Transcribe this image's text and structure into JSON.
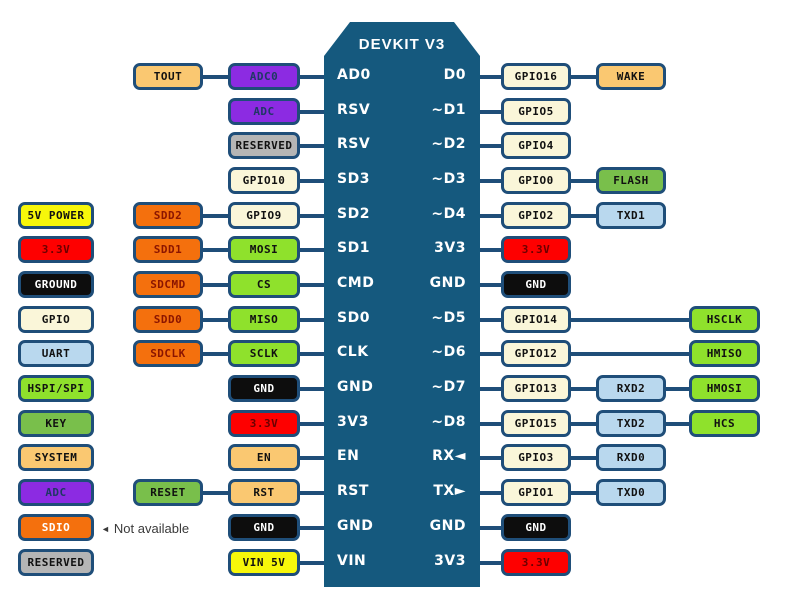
{
  "title": "DEVKIT V3",
  "note": {
    "arrow": "◄",
    "text": "Not available"
  },
  "colors": {
    "background": "#ffffff",
    "board_fill": "#15597e",
    "outline_navy": "#1f4e79",
    "board_text": "#ffffff"
  },
  "types": {
    "power5v": {
      "name": "5V power",
      "bg": "#f7f70a",
      "fg": "#111111"
    },
    "v33": {
      "name": "3.3V",
      "bg": "#fe0000",
      "fg": "#6b0000"
    },
    "ground": {
      "name": "ground",
      "bg": "#0d0d0d",
      "fg": "#ffffff"
    },
    "gpio": {
      "name": "GPIO",
      "bg": "#faf6d9",
      "fg": "#111111"
    },
    "uart": {
      "name": "UART",
      "bg": "#b9d8ee",
      "fg": "#111111"
    },
    "hspi": {
      "name": "HSPI/SPI",
      "bg": "#8fe12c",
      "fg": "#111111"
    },
    "key": {
      "name": "key",
      "bg": "#79bf4b",
      "fg": "#111111"
    },
    "system": {
      "name": "system",
      "bg": "#fac871",
      "fg": "#111111"
    },
    "adc": {
      "name": "ADC",
      "bg": "#8c2be2",
      "fg": "#1f3864"
    },
    "sdio": {
      "name": "SDIO",
      "bg": "#f4700d",
      "fg": "#8b1500"
    },
    "sdio_legend": {
      "name": "SDIO",
      "bg": "#f4700d",
      "fg": "#ffffff"
    },
    "reserved": {
      "name": "reserved",
      "bg": "#b5b5b5",
      "fg": "#111111"
    }
  },
  "legend": [
    {
      "label": "5V POWER",
      "type": "power5v"
    },
    {
      "label": "3.3V",
      "type": "v33"
    },
    {
      "label": "GROUND",
      "type": "ground"
    },
    {
      "label": "GPIO",
      "type": "gpio"
    },
    {
      "label": "UART",
      "type": "uart"
    },
    {
      "label": "HSPI/SPI",
      "type": "hspi"
    },
    {
      "label": "KEY",
      "type": "key"
    },
    {
      "label": "SYSTEM",
      "type": "system"
    },
    {
      "label": "ADC",
      "type": "adc"
    },
    {
      "label": "SDIO",
      "type": "sdio_legend"
    },
    {
      "label": "RESERVED",
      "type": "reserved"
    }
  ],
  "board": {
    "left_pins": [
      "AD0",
      "RSV",
      "RSV",
      "SD3",
      "SD2",
      "SD1",
      "CMD",
      "SD0",
      "CLK",
      "GND",
      "3V3",
      "EN",
      "RST",
      "GND",
      "VIN"
    ],
    "right_pins": [
      "D0",
      "~D1",
      "~D2",
      "~D3",
      "~D4",
      "3V3",
      "GND",
      "~D5",
      "~D6",
      "~D7",
      "~D8",
      "RX◄",
      "TX►",
      "GND",
      "3V3"
    ]
  },
  "left_rows": [
    {
      "a": {
        "label": "TOUT",
        "type": "system"
      },
      "b": {
        "label": "ADC0",
        "type": "adc"
      }
    },
    {
      "a": null,
      "b": {
        "label": "ADC",
        "type": "adc"
      }
    },
    {
      "a": null,
      "b": {
        "label": "RESERVED",
        "type": "reserved"
      }
    },
    {
      "a": null,
      "b": {
        "label": "GPIO10",
        "type": "gpio"
      }
    },
    {
      "a": {
        "label": "SDD2",
        "type": "sdio"
      },
      "b": {
        "label": "GPIO9",
        "type": "gpio"
      }
    },
    {
      "a": {
        "label": "SDD1",
        "type": "sdio"
      },
      "b": {
        "label": "MOSI",
        "type": "hspi"
      }
    },
    {
      "a": {
        "label": "SDCMD",
        "type": "sdio"
      },
      "b": {
        "label": "CS",
        "type": "hspi"
      }
    },
    {
      "a": {
        "label": "SDD0",
        "type": "sdio"
      },
      "b": {
        "label": "MISO",
        "type": "hspi"
      }
    },
    {
      "a": {
        "label": "SDCLK",
        "type": "sdio"
      },
      "b": {
        "label": "SCLK",
        "type": "hspi"
      }
    },
    {
      "a": null,
      "b": {
        "label": "GND",
        "type": "ground"
      }
    },
    {
      "a": null,
      "b": {
        "label": "3.3V",
        "type": "v33"
      }
    },
    {
      "a": null,
      "b": {
        "label": "EN",
        "type": "system"
      }
    },
    {
      "a": {
        "label": "RESET",
        "type": "key"
      },
      "b": {
        "label": "RST",
        "type": "system"
      }
    },
    {
      "a": null,
      "b": {
        "label": "GND",
        "type": "ground"
      }
    },
    {
      "a": null,
      "b": {
        "label": "VIN 5V",
        "type": "power5v"
      }
    }
  ],
  "right_rows": [
    {
      "c": {
        "label": "GPIO16",
        "type": "gpio"
      },
      "d": {
        "label": "WAKE",
        "type": "system"
      },
      "e": null,
      "long_line": false
    },
    {
      "c": {
        "label": "GPIO5",
        "type": "gpio"
      },
      "d": null,
      "e": null,
      "long_line": false
    },
    {
      "c": {
        "label": "GPIO4",
        "type": "gpio"
      },
      "d": null,
      "e": null,
      "long_line": false
    },
    {
      "c": {
        "label": "GPIO0",
        "type": "gpio"
      },
      "d": {
        "label": "FLASH",
        "type": "key"
      },
      "e": null,
      "long_line": false
    },
    {
      "c": {
        "label": "GPIO2",
        "type": "gpio"
      },
      "d": {
        "label": "TXD1",
        "type": "uart"
      },
      "e": null,
      "long_line": false
    },
    {
      "c": {
        "label": "3.3V",
        "type": "v33"
      },
      "d": null,
      "e": null,
      "long_line": false
    },
    {
      "c": {
        "label": "GND",
        "type": "ground"
      },
      "d": null,
      "e": null,
      "long_line": false
    },
    {
      "c": {
        "label": "GPIO14",
        "type": "gpio"
      },
      "d": null,
      "e": {
        "label": "HSCLK",
        "type": "hspi"
      },
      "long_line": true
    },
    {
      "c": {
        "label": "GPIO12",
        "type": "gpio"
      },
      "d": null,
      "e": {
        "label": "HMISO",
        "type": "hspi"
      },
      "long_line": true
    },
    {
      "c": {
        "label": "GPIO13",
        "type": "gpio"
      },
      "d": {
        "label": "RXD2",
        "type": "uart"
      },
      "e": {
        "label": "HMOSI",
        "type": "hspi"
      },
      "long_line": false
    },
    {
      "c": {
        "label": "GPIO15",
        "type": "gpio"
      },
      "d": {
        "label": "TXD2",
        "type": "uart"
      },
      "e": {
        "label": "HCS",
        "type": "hspi"
      },
      "long_line": false
    },
    {
      "c": {
        "label": "GPIO3",
        "type": "gpio"
      },
      "d": {
        "label": "RXD0",
        "type": "uart"
      },
      "e": null,
      "long_line": false
    },
    {
      "c": {
        "label": "GPIO1",
        "type": "gpio"
      },
      "d": {
        "label": "TXD0",
        "type": "uart"
      },
      "e": null,
      "long_line": false
    },
    {
      "c": {
        "label": "GND",
        "type": "ground"
      },
      "d": null,
      "e": null,
      "long_line": false
    },
    {
      "c": {
        "label": "3.3V",
        "type": "v33"
      },
      "d": null,
      "e": null,
      "long_line": false
    }
  ]
}
